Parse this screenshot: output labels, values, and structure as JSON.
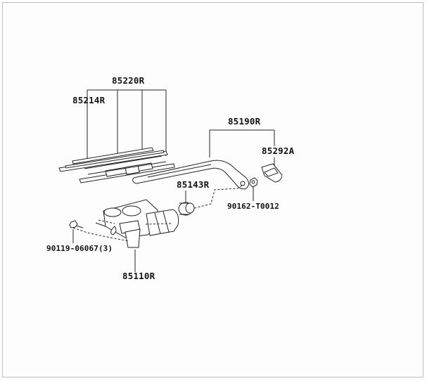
{
  "parts": {
    "wiper_blade_assy": "85220R",
    "wiper_blade_refill": "85214R",
    "wiper_arm": "85190R",
    "arm_cover": "85292A",
    "pivot_cap": "85143R",
    "arm_nut": "90162-T0012",
    "bolt": "90119-06067(3)",
    "wiper_motor": "85110R"
  }
}
